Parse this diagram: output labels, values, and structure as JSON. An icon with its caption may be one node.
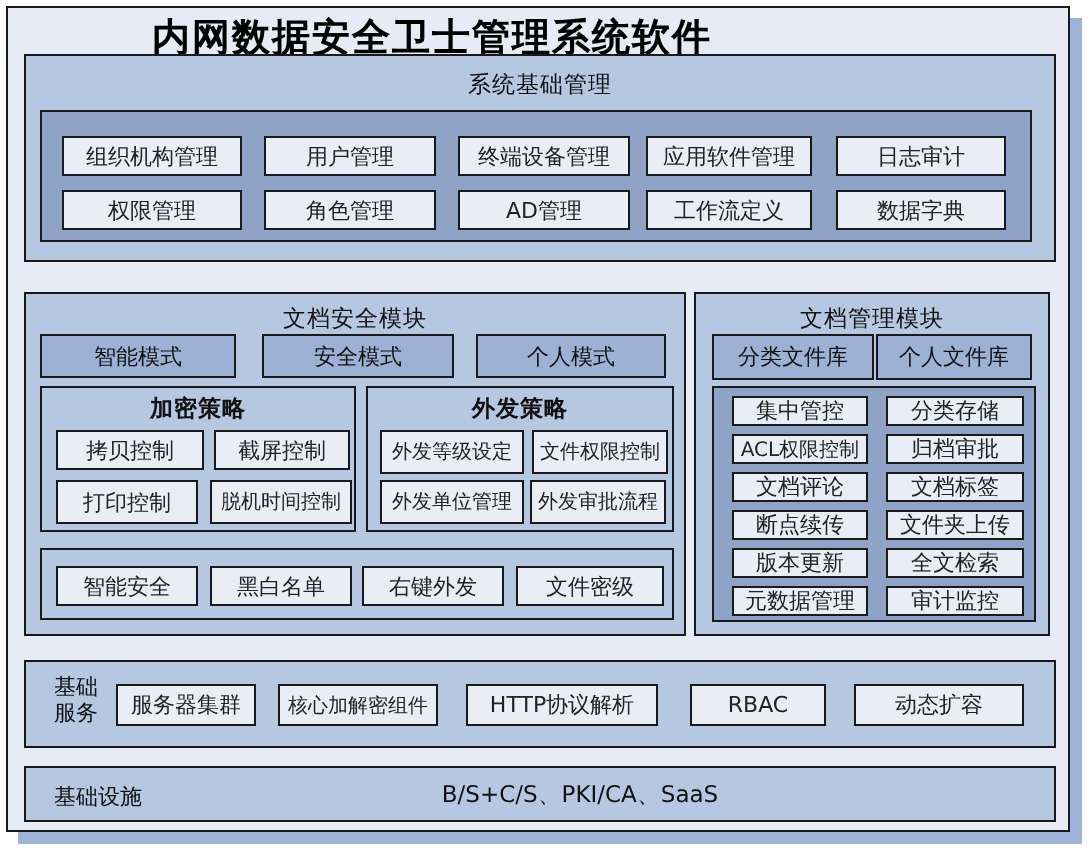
{
  "diagram": {
    "nodes": [
      {
        "text": [
          "内网数据安全卫士管理系统软件"
        ]
      },
      {
        "text": [
          "系统基础管理"
        ],
        "in": 0
      },
      {
        "text": [],
        "shape": "box",
        "in": 1
      },
      {
        "text": [
          "组织机构管理"
        ],
        "in": 2
      },
      {
        "text": [
          "用户管理"
        ],
        "in": 2
      },
      {
        "text": [
          "终端设备管理"
        ],
        "in": 2
      },
      {
        "text": [
          "应用软件管理"
        ],
        "in": 2
      },
      {
        "text": [
          "日志审计"
        ],
        "in": 2
      },
      {
        "text": [
          "权限管理"
        ],
        "in": 2
      },
      {
        "text": [
          "角色管理"
        ],
        "in": 2
      },
      {
        "text": [
          "AD管理"
        ],
        "in": 2
      },
      {
        "text": [
          "工作流定义"
        ],
        "in": 2
      },
      {
        "text": [
          "数据字典"
        ],
        "in": 2
      },
      {
        "text": [
          "文档安全模块"
        ],
        "in": 0
      },
      {
        "text": [
          "智能模式"
        ],
        "in": 13
      },
      {
        "text": [
          "安全模式"
        ],
        "in": 13
      },
      {
        "text": [
          "个人模式"
        ],
        "in": 13
      },
      {
        "text": [
          "加密策略"
        ],
        "in": 13
      },
      {
        "text": [
          "拷贝控制"
        ],
        "in": 17
      },
      {
        "text": [
          "截屏控制"
        ],
        "in": 17
      },
      {
        "text": [
          "打印控制"
        ],
        "in": 17
      },
      {
        "text": [
          "脱机时间控制"
        ],
        "in": 17
      },
      {
        "text": [
          "外发策略"
        ],
        "in": 13
      },
      {
        "text": [
          "外发等级设定"
        ],
        "in": 22
      },
      {
        "text": [
          "文件权限控制"
        ],
        "in": 22
      },
      {
        "text": [
          "外发单位管理"
        ],
        "in": 22
      },
      {
        "text": [
          "外发审批流程"
        ],
        "in": 22
      },
      {
        "text": [],
        "shape": "box",
        "in": 13
      },
      {
        "text": [
          "智能安全"
        ],
        "in": 27
      },
      {
        "text": [
          "黑白名单"
        ],
        "in": 27
      },
      {
        "text": [
          "右键外发"
        ],
        "in": 27
      },
      {
        "text": [
          "文件密级"
        ],
        "in": 27
      },
      {
        "text": [
          "文档管理模块"
        ],
        "in": 0
      },
      {
        "text": [
          "分类文件库"
        ],
        "in": 32
      },
      {
        "text": [
          "个人文件库"
        ],
        "in": 32
      },
      {
        "text": [],
        "shape": "box",
        "in": 32
      },
      {
        "text": [
          "集中管控"
        ],
        "in": 35
      },
      {
        "text": [
          "分类存储"
        ],
        "in": 35
      },
      {
        "text": [
          "ACL权限控制"
        ],
        "in": 35
      },
      {
        "text": [
          "归档审批"
        ],
        "in": 35
      },
      {
        "text": [
          "文档评论"
        ],
        "in": 35
      },
      {
        "text": [
          "文档标签"
        ],
        "in": 35
      },
      {
        "text": [
          "断点续传"
        ],
        "in": 35
      },
      {
        "text": [
          "文件夹上传"
        ],
        "in": 35
      },
      {
        "text": [
          "版本更新"
        ],
        "in": 35
      },
      {
        "text": [
          "全文检索"
        ],
        "in": 35
      },
      {
        "text": [
          "元数据管理"
        ],
        "in": 35
      },
      {
        "text": [
          "审计监控"
        ],
        "in": 35
      },
      {
        "text": [
          "基础服务"
        ],
        "in": 0
      },
      {
        "text": [
          "服务器集群"
        ],
        "in": 48
      },
      {
        "text": [
          "核心加解密组件"
        ],
        "in": 48
      },
      {
        "text": [
          "HTTP协议解析"
        ],
        "in": 48
      },
      {
        "text": [
          "RBAC"
        ],
        "in": 48
      },
      {
        "text": [
          "动态扩容"
        ],
        "in": 48
      },
      {
        "text": [
          "基础设施",
          "B/S+C/S、PKI/CA、SaaS"
        ],
        "in": 0
      }
    ]
  }
}
